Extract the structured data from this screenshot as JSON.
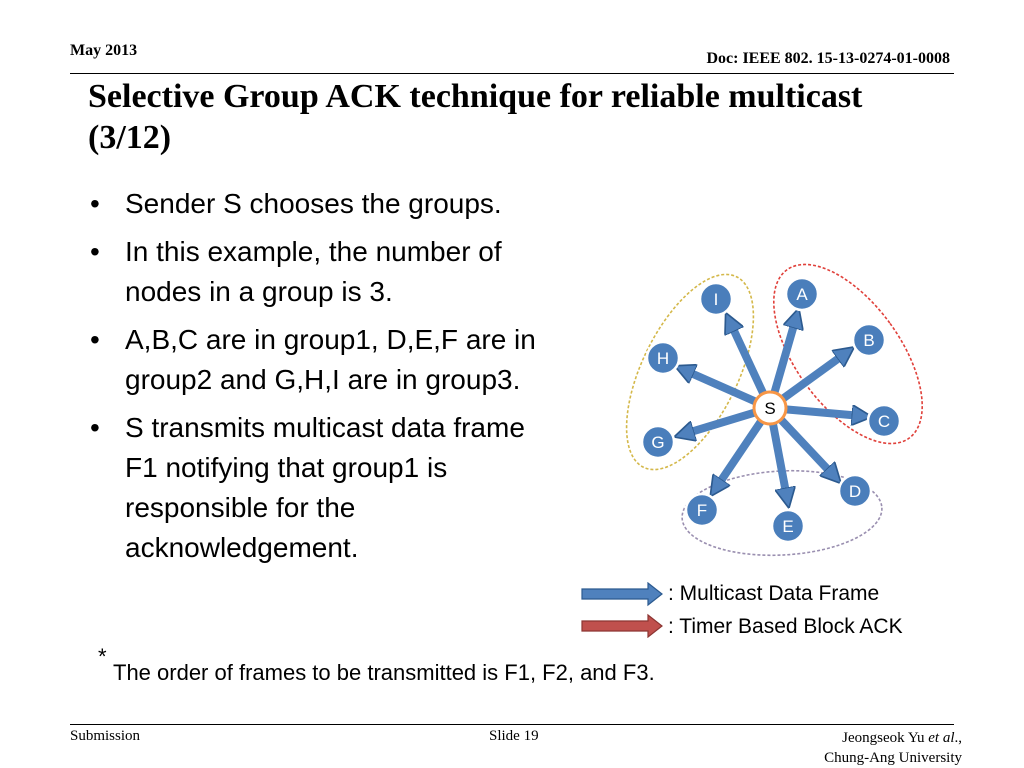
{
  "header": {
    "date": "May 2013",
    "doc_id": "Doc: IEEE 802. 15-13-0274-01-0008"
  },
  "title": "Selective Group ACK technique for reliable multicast (3/12)",
  "bullets": [
    "Sender S chooses the groups.",
    "In this example, the number of nodes in a group is 3.",
    "A,B,C are in group1, D,E,F are in group2 and G,H,I are in group3.",
    "S transmits multicast data frame F1 notifying that group1 is responsible for the acknowledgement."
  ],
  "bullet_glyph": "•",
  "diagram": {
    "sender": "S",
    "nodes": [
      "A",
      "B",
      "C",
      "D",
      "E",
      "F",
      "G",
      "H",
      "I"
    ],
    "node_color": "#4a7ebb",
    "sender_ring_color": "#f79646",
    "arrow_color": "#4f81bd",
    "group1_outline": "#e0403a",
    "group2_outline": "#9a8fb0",
    "group3_outline": "#d4b84a"
  },
  "legend": {
    "multicast_label": ": Multicast Data Frame",
    "multicast_color": "#4f81bd",
    "timer_ack_label": ": Timer Based Block ACK",
    "timer_ack_color": "#c0504d"
  },
  "footnote": {
    "star": "*",
    "text": "The order of frames to be transmitted is F1, F2, and F3."
  },
  "footer": {
    "submission": "Submission",
    "slide": "Slide 19",
    "author_name": "Jeongseok Yu",
    "author_etal": "et al",
    "author_punct": ".,",
    "affiliation": "Chung-Ang University"
  }
}
